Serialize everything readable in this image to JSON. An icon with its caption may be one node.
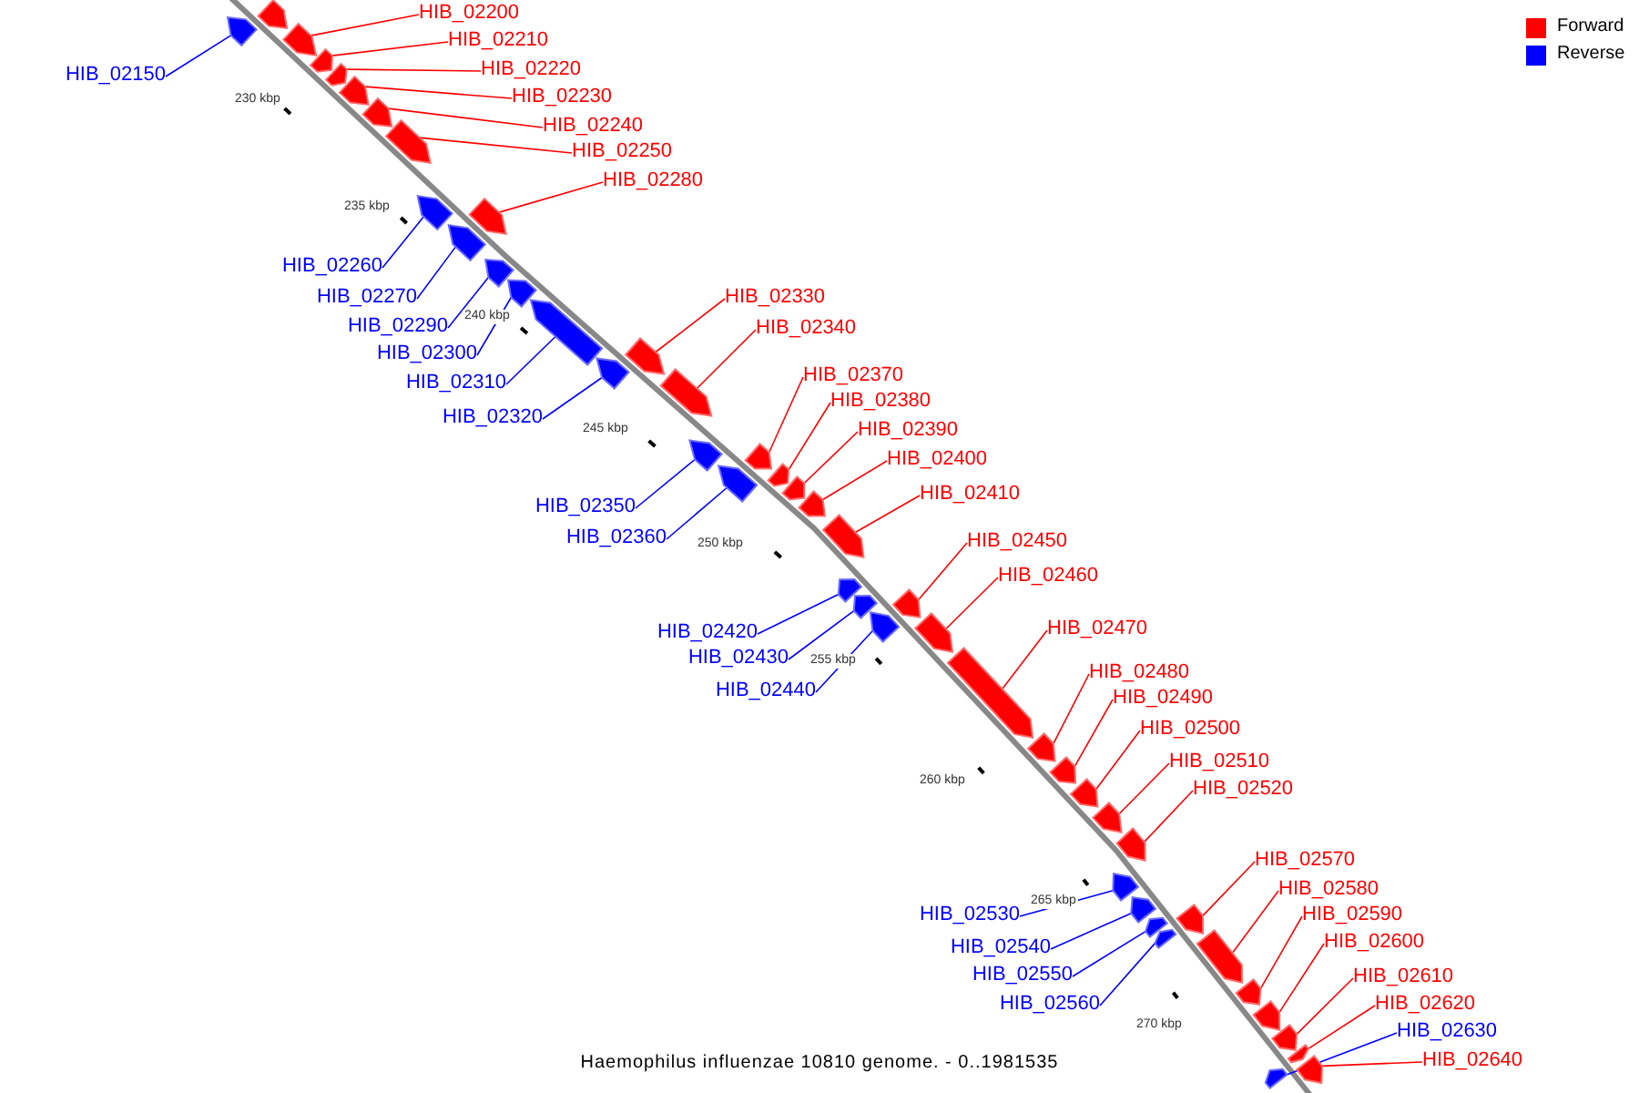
{
  "diagram": {
    "caption": "Haemophilus influenzae 10810 genome. - 0..1981535",
    "nodes": [
      {
        "text": [],
        "shape": "bar"
      },
      {
        "text": [
          "HIB_02150"
        ]
      },
      {
        "text": [],
        "shape": "bar"
      },
      {
        "text": [
          "HIB_02200"
        ]
      },
      {
        "text": [],
        "shape": "bar"
      },
      {
        "text": [
          "HIB_02210"
        ]
      },
      {
        "text": [],
        "shape": "bar"
      },
      {
        "text": [
          "HIB_02220"
        ]
      },
      {
        "text": [],
        "shape": "bar"
      },
      {
        "text": [
          "HIB_02230"
        ]
      },
      {
        "text": [],
        "shape": "bar"
      },
      {
        "text": [
          "HIB_02240"
        ]
      },
      {
        "text": [],
        "shape": "bar"
      },
      {
        "text": [
          "HIB_02250"
        ]
      },
      {
        "text": [],
        "shape": "bar"
      },
      {
        "text": [
          "HIB_02260"
        ]
      },
      {
        "text": [],
        "shape": "bar"
      },
      {
        "text": [
          "HIB_02270"
        ]
      },
      {
        "text": [],
        "shape": "bar"
      },
      {
        "text": [
          "HIB_02280"
        ]
      },
      {
        "text": [],
        "shape": "bar"
      },
      {
        "text": [
          "HIB_02290"
        ]
      },
      {
        "text": [],
        "shape": "bar"
      },
      {
        "text": [
          "HIB_02300"
        ]
      },
      {
        "text": [],
        "shape": "bar"
      },
      {
        "text": [
          "HIB_02310"
        ]
      },
      {
        "text": [],
        "shape": "bar"
      },
      {
        "text": [
          "HIB_02320"
        ]
      },
      {
        "text": [],
        "shape": "bar"
      },
      {
        "text": [
          "HIB_02330"
        ]
      },
      {
        "text": [],
        "shape": "bar"
      },
      {
        "text": [
          "HIB_02340"
        ]
      },
      {
        "text": [],
        "shape": "bar"
      },
      {
        "text": [
          "HIB_02350"
        ]
      },
      {
        "text": [],
        "shape": "bar"
      },
      {
        "text": [
          "HIB_02360"
        ]
      },
      {
        "text": [],
        "shape": "bar"
      },
      {
        "text": [
          "HIB_02370"
        ]
      },
      {
        "text": [],
        "shape": "bar"
      },
      {
        "text": [
          "HIB_02380"
        ]
      },
      {
        "text": [],
        "shape": "bar"
      },
      {
        "text": [
          "HIB_02390"
        ]
      },
      {
        "text": [],
        "shape": "bar"
      },
      {
        "text": [
          "HIB_02400"
        ]
      },
      {
        "text": [],
        "shape": "bar"
      },
      {
        "text": [
          "HIB_02410"
        ]
      },
      {
        "text": [],
        "shape": "bar"
      },
      {
        "text": [
          "HIB_02420"
        ]
      },
      {
        "text": [],
        "shape": "bar"
      },
      {
        "text": [
          "HIB_02430"
        ]
      },
      {
        "text": [],
        "shape": "bar"
      },
      {
        "text": [
          "HIB_02440"
        ]
      },
      {
        "text": [],
        "shape": "bar"
      },
      {
        "text": [
          "HIB_02450"
        ]
      },
      {
        "text": [],
        "shape": "bar"
      },
      {
        "text": [
          "HIB_02460"
        ]
      },
      {
        "text": [],
        "shape": "bar"
      },
      {
        "text": [
          "HIB_02470"
        ]
      },
      {
        "text": [],
        "shape": "bar"
      },
      {
        "text": [
          "HIB_02480"
        ]
      },
      {
        "text": [],
        "shape": "bar"
      },
      {
        "text": [
          "HIB_02490"
        ]
      },
      {
        "text": [],
        "shape": "bar"
      },
      {
        "text": [
          "HIB_02500"
        ]
      },
      {
        "text": [],
        "shape": "bar"
      },
      {
        "text": [
          "HIB_02510"
        ]
      },
      {
        "text": [],
        "shape": "bar"
      },
      {
        "text": [
          "HIB_02520"
        ]
      },
      {
        "text": [],
        "shape": "bar"
      },
      {
        "text": [
          "HIB_02530"
        ]
      },
      {
        "text": [],
        "shape": "bar"
      },
      {
        "text": [
          "HIB_02540"
        ]
      },
      {
        "text": [],
        "shape": "bar"
      },
      {
        "text": [
          "HIB_02550"
        ]
      },
      {
        "text": [],
        "shape": "bar"
      },
      {
        "text": [
          "HIB_02560"
        ]
      },
      {
        "text": [],
        "shape": "bar"
      },
      {
        "text": [
          "HIB_02570"
        ]
      },
      {
        "text": [],
        "shape": "bar"
      },
      {
        "text": [
          "HIB_02580"
        ]
      },
      {
        "text": [],
        "shape": "bar"
      },
      {
        "text": [
          "HIB_02590"
        ]
      },
      {
        "text": [],
        "shape": "bar"
      },
      {
        "text": [
          "HIB_02600"
        ]
      },
      {
        "text": [],
        "shape": "bar"
      },
      {
        "text": [
          "HIB_02610"
        ]
      },
      {
        "text": [],
        "shape": "bar"
      },
      {
        "text": [
          "HIB_02620"
        ]
      },
      {
        "text": [],
        "shape": "bar"
      },
      {
        "text": [
          "HIB_02630"
        ]
      },
      {
        "text": [],
        "shape": "bar"
      },
      {
        "text": [
          "HIB_02640"
        ]
      },
      {
        "text": [],
        "shape": "bar"
      }
    ],
    "edges": [
      {
        "from": 1,
        "to": 2,
        "arrow": "none",
        "color": "#0000ff"
      },
      {
        "from": 3,
        "to": 4,
        "arrow": "none"
      },
      {
        "from": 5,
        "to": 6,
        "arrow": "none"
      },
      {
        "from": 7,
        "to": 8,
        "arrow": "none"
      },
      {
        "from": 9,
        "to": 10,
        "arrow": "none"
      },
      {
        "from": 11,
        "to": 12,
        "arrow": "none"
      },
      {
        "from": 13,
        "to": 14,
        "arrow": "none"
      },
      {
        "from": 15,
        "to": 16,
        "arrow": "none",
        "color": "#0000ff"
      },
      {
        "from": 17,
        "to": 18,
        "arrow": "none",
        "color": "#0000ff"
      },
      {
        "from": 19,
        "to": 20,
        "arrow": "none"
      },
      {
        "from": 21,
        "to": 22,
        "arrow": "none",
        "color": "#0000ff"
      },
      {
        "from": 23,
        "to": 24,
        "arrow": "none",
        "color": "#0000ff"
      },
      {
        "from": 25,
        "to": 26,
        "arrow": "none",
        "color": "#0000ff"
      },
      {
        "from": 27,
        "to": 28,
        "arrow": "none",
        "color": "#0000ff"
      },
      {
        "from": 29,
        "to": 30,
        "arrow": "none"
      },
      {
        "from": 31,
        "to": 32,
        "arrow": "none"
      },
      {
        "from": 33,
        "to": 34,
        "arrow": "none",
        "color": "#0000ff"
      },
      {
        "from": 35,
        "to": 36,
        "arrow": "none",
        "color": "#0000ff"
      },
      {
        "from": 37,
        "to": 38,
        "arrow": "none"
      },
      {
        "from": 39,
        "to": 40,
        "arrow": "none"
      },
      {
        "from": 41,
        "to": 42,
        "arrow": "none"
      },
      {
        "from": 43,
        "to": 44,
        "arrow": "none"
      },
      {
        "from": 45,
        "to": 46,
        "arrow": "none"
      },
      {
        "from": 47,
        "to": 48,
        "arrow": "none",
        "color": "#0000ff"
      },
      {
        "from": 49,
        "to": 50,
        "arrow": "none",
        "color": "#0000ff"
      },
      {
        "from": 51,
        "to": 52,
        "arrow": "none",
        "color": "#0000ff"
      },
      {
        "from": 53,
        "to": 54,
        "arrow": "none"
      },
      {
        "from": 55,
        "to": 56,
        "arrow": "none"
      },
      {
        "from": 57,
        "to": 58,
        "arrow": "none"
      },
      {
        "from": 59,
        "to": 60,
        "arrow": "none"
      },
      {
        "from": 61,
        "to": 62,
        "arrow": "none"
      },
      {
        "from": 63,
        "to": 64,
        "arrow": "none"
      },
      {
        "from": 65,
        "to": 66,
        "arrow": "none"
      },
      {
        "from": 67,
        "to": 68,
        "arrow": "none"
      },
      {
        "from": 69,
        "to": 70,
        "arrow": "none",
        "color": "#0000ff"
      },
      {
        "from": 71,
        "to": 72,
        "arrow": "none",
        "color": "#0000ff"
      },
      {
        "from": 73,
        "to": 74,
        "arrow": "none",
        "color": "#0000ff"
      },
      {
        "from": 75,
        "to": 76,
        "arrow": "none",
        "color": "#0000ff"
      },
      {
        "from": 77,
        "to": 78,
        "arrow": "none"
      },
      {
        "from": 79,
        "to": 80,
        "arrow": "none"
      },
      {
        "from": 81,
        "to": 82,
        "arrow": "none"
      },
      {
        "from": 83,
        "to": 84,
        "arrow": "none"
      },
      {
        "from": 85,
        "to": 86,
        "arrow": "none"
      },
      {
        "from": 87,
        "to": 88,
        "arrow": "none"
      },
      {
        "from": 89,
        "to": 90,
        "arrow": "none",
        "color": "#0000ff"
      },
      {
        "from": 91,
        "to": 92,
        "arrow": "none"
      }
    ],
    "labels": [
      "230 kbp",
      "235 kbp",
      "240 kbp",
      "245 kbp",
      "250 kbp",
      "255 kbp",
      "260 kbp",
      "265 kbp",
      "270 kbp"
    ],
    "legend": [
      {
        "text": "Forward",
        "color": "#ff0000"
      },
      {
        "text": "Reverse",
        "color": "#0000ff"
      }
    ]
  }
}
